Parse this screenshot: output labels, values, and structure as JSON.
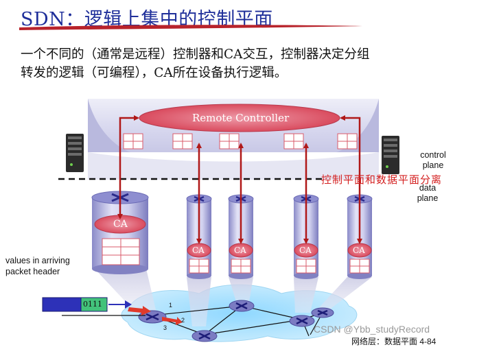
{
  "title": "SDN：逻辑上集中的控制平面",
  "description_lines": [
    "一个不同的（通常是远程）控制器和CA交互，控制器决定分组",
    "转发的逻辑（可编程），CA所在设备执行逻辑。"
  ],
  "remote_controller_label": "Remote Controller",
  "ca_label": "CA",
  "control_plane_label": "control plane",
  "data_plane_label": "data plane",
  "separation_annotation": "控制平面和数据平面分离",
  "packet_note": "values in arriving packet header",
  "packet_value": "0111",
  "port_numbers": [
    "1",
    "2",
    "3"
  ],
  "watermark": "CSDN @Ybb_studyRecord",
  "footer": "网络层：数据平面  4-84",
  "colors": {
    "title": "#1f2f9a",
    "underline": "#b8232b",
    "annotation": "#d42020",
    "arrow": "#b01818",
    "controller_fill": "#d94b5e",
    "controller_plane": "#dcdcf0",
    "ca_fill": "#d94b5e"
  }
}
